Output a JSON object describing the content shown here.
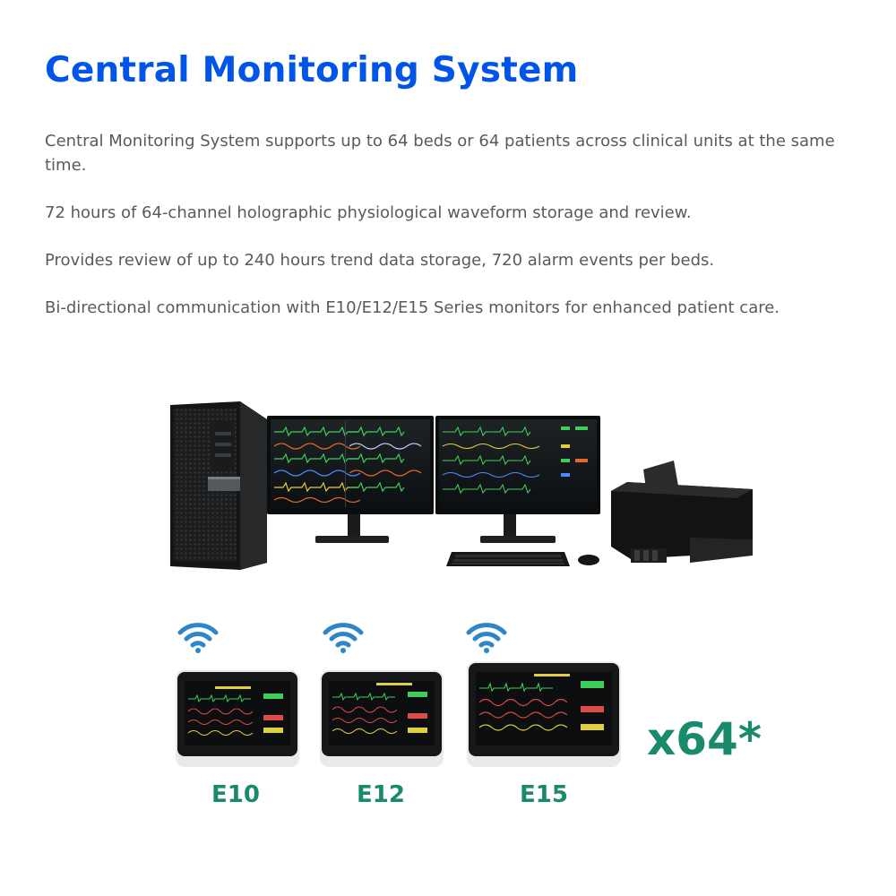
{
  "header": {
    "title": "Central Monitoring System"
  },
  "paragraphs": [
    "Central Monitoring System supports up to 64 beds or 64 patients across clinical units at the same time.",
    "72 hours of 64-channel holographic physiological waveform storage and review.",
    "Provides review of up to 240 hours trend data storage, 720 alarm events per beds.",
    "Bi-directional communication with E10/E12/E15 Series monitors for enhanced patient care."
  ],
  "devices": [
    {
      "model": "E10",
      "icon": "wifi-icon"
    },
    {
      "model": "E12",
      "icon": "wifi-icon"
    },
    {
      "model": "E15",
      "icon": "wifi-icon"
    }
  ],
  "count_label": "x64*",
  "colors": {
    "title": "#0055e8",
    "accent": "#1a8a6c",
    "body_text": "#5a5a5a",
    "wifi": "#2e86c9"
  }
}
